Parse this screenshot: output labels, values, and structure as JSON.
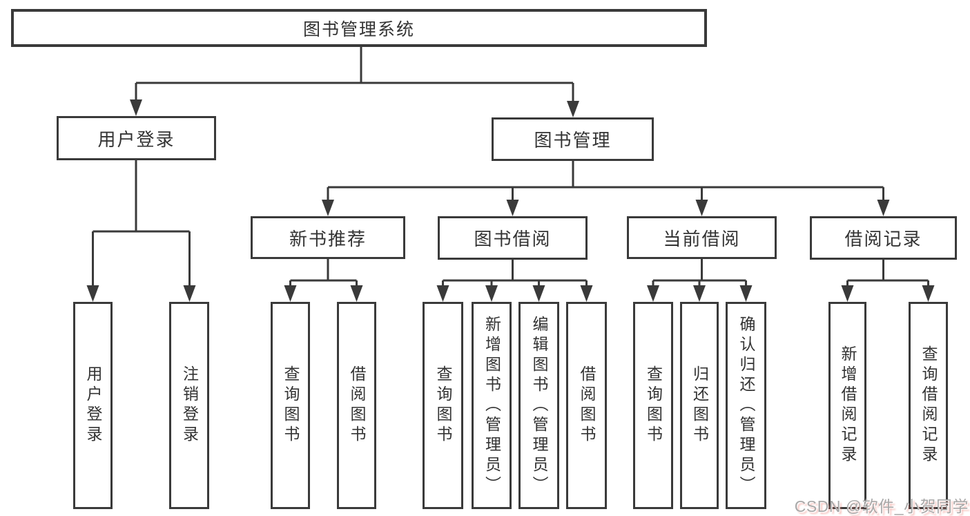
{
  "diagram": {
    "tree": {
      "label": "图书管理系统",
      "children": [
        {
          "label": "用户登录",
          "children": [
            {
              "label": "用户登录"
            },
            {
              "label": "注销登录"
            }
          ]
        },
        {
          "label": "图书管理",
          "children": [
            {
              "label": "新书推荐",
              "children": [
                {
                  "label": "查询图书"
                },
                {
                  "label": "借阅图书"
                }
              ]
            },
            {
              "label": "图书借阅",
              "children": [
                {
                  "label": "查询图书"
                },
                {
                  "label": "新增图书（管理员）"
                },
                {
                  "label": "编辑图书（管理员）"
                },
                {
                  "label": "借阅图书"
                }
              ]
            },
            {
              "label": "当前借阅",
              "children": [
                {
                  "label": "查询图书"
                },
                {
                  "label": "归还图书"
                },
                {
                  "label": "确认归还（管理员）"
                }
              ]
            },
            {
              "label": "借阅记录",
              "children": [
                {
                  "label": "新增借阅记录"
                },
                {
                  "label": "查询借阅记录"
                }
              ]
            }
          ]
        }
      ]
    },
    "colors": {
      "line": "#3a3a3a",
      "box_background": "#ffffff",
      "text": "#333333"
    }
  },
  "watermark": {
    "text": "CSDN @软件_小贺同学",
    "color": "#a8a8a8"
  }
}
